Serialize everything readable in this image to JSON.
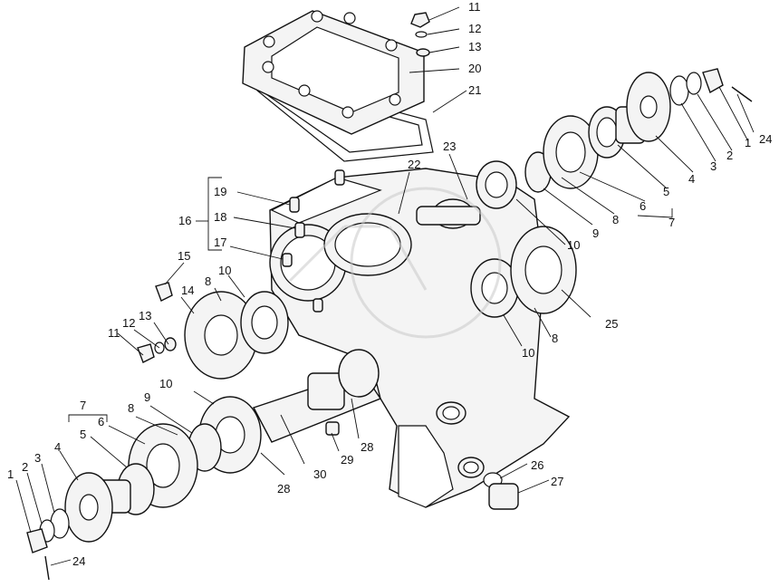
{
  "diagram": {
    "callout_labels": [
      "1",
      "2",
      "3",
      "4",
      "5",
      "6",
      "7",
      "8",
      "9",
      "10",
      "11",
      "12",
      "13",
      "14",
      "15",
      "16",
      "17",
      "18",
      "19",
      "20",
      "21",
      "22",
      "23",
      "24",
      "25",
      "26",
      "27",
      "28",
      "29",
      "30"
    ]
  }
}
